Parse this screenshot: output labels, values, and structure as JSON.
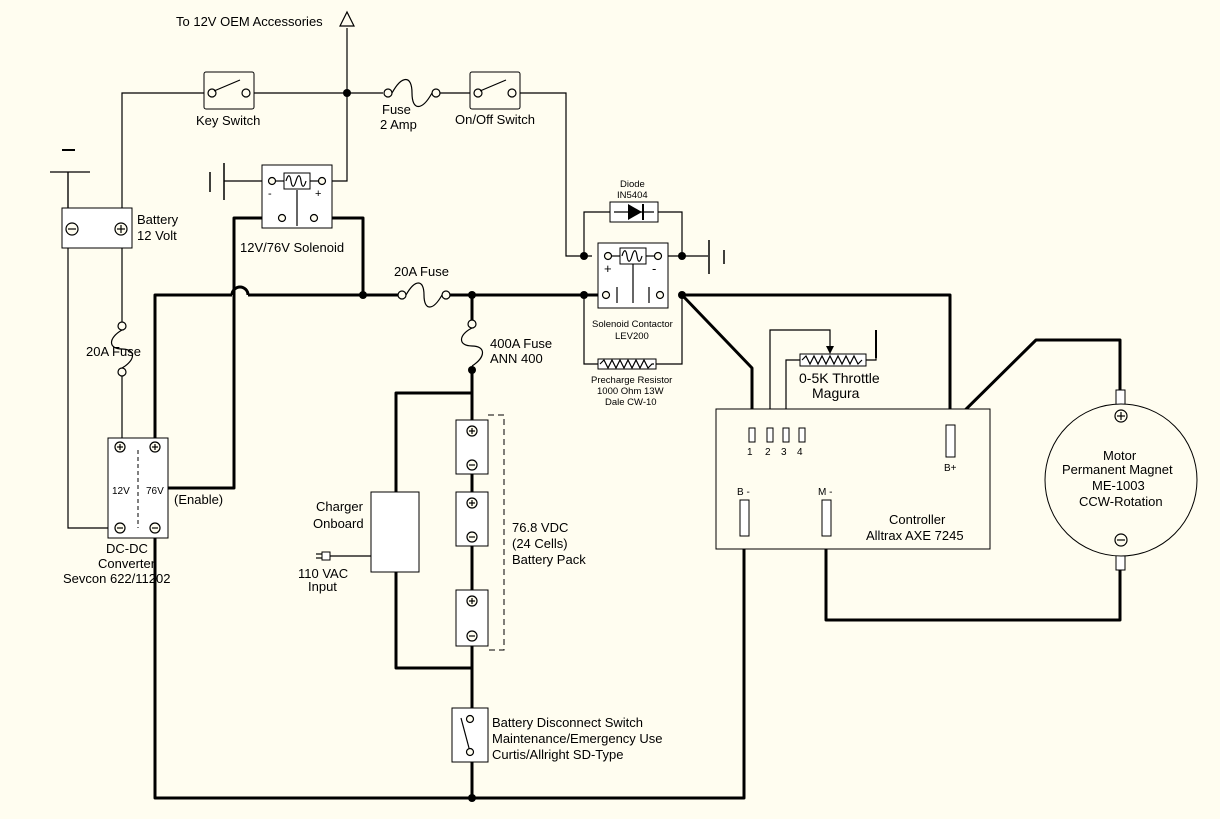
{
  "labels": {
    "oem_accessories": "To 12V OEM Accessories",
    "key_switch": "Key Switch",
    "fuse_2a_1": "Fuse",
    "fuse_2a_2": "2 Amp",
    "on_off_switch": "On/Off Switch",
    "battery_1": "Battery",
    "battery_2": "12 Volt",
    "solenoid_12_76": "12V/76V Solenoid",
    "diode_1": "Diode",
    "diode_2": "IN5404",
    "fuse_20a_main": "20A Fuse",
    "fuse_20a_left": "20A Fuse",
    "solenoid_contactor_1": "Solenoid Contactor",
    "solenoid_contactor_2": "LEV200",
    "fuse_400a_1": "400A Fuse",
    "fuse_400a_2": "ANN 400",
    "precharge_1": "Precharge Resistor",
    "precharge_2": "1000 Ohm 13W",
    "precharge_3": "Dale CW-10",
    "throttle_1": "0-5K Throttle",
    "throttle_2": "Magura",
    "motor_1": "Motor",
    "motor_2": "Permanent Magnet",
    "motor_3": "ME-1003",
    "motor_4": "CCW-Rotation",
    "controller_1": "Controller",
    "controller_2": "Alltrax AXE 7245",
    "pin_1": "1",
    "pin_2": "2",
    "pin_3": "3",
    "pin_4": "4",
    "b_plus": "B+",
    "b_minus": "B -",
    "m_minus": "M -",
    "charger_1": "Charger",
    "charger_2": "Onboard",
    "ac_input_1": "110 VAC",
    "ac_input_2": "Input",
    "pack_1": "76.8 VDC",
    "pack_2": "(24 Cells)",
    "pack_3": "Battery Pack",
    "dcdc_1": "DC-DC",
    "dcdc_2": "Converter",
    "dcdc_3": "Sevcon 622/11202",
    "dcdc_12v": "12V",
    "dcdc_76v": "76V",
    "enable": "(Enable)",
    "disconnect_1": "Battery Disconnect Switch",
    "disconnect_2": "Maintenance/Emergency Use",
    "disconnect_3": "Curtis/Allright SD-Type",
    "plus": "+",
    "minus": "-"
  }
}
